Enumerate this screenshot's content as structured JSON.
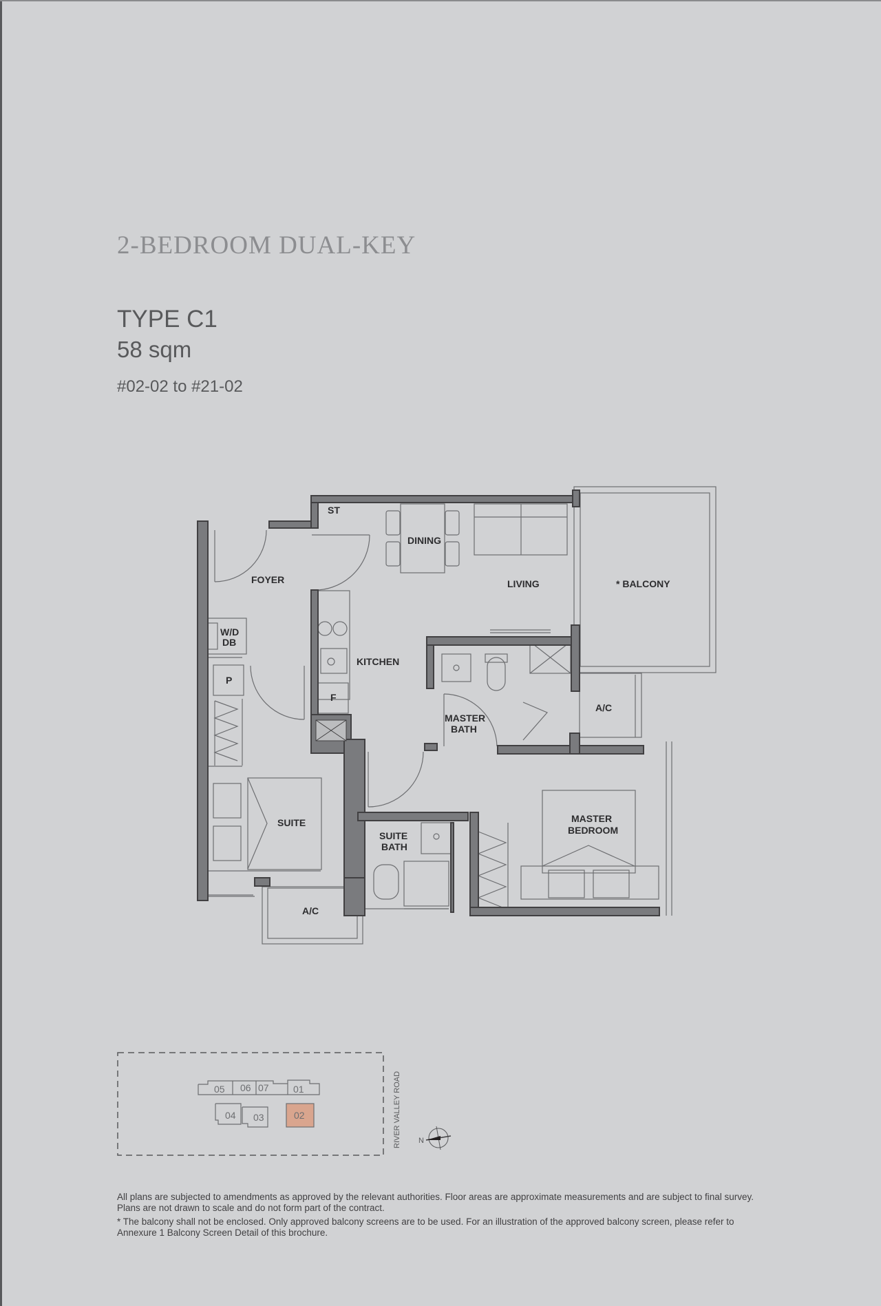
{
  "page": {
    "heading": "2-BEDROOM DUAL-KEY",
    "type": "TYPE C1",
    "area": "58 sqm",
    "units": "#02-02 to #21-02"
  },
  "rooms": {
    "st": "ST",
    "dining": "DINING",
    "foyer": "FOYER",
    "living": "LIVING",
    "balcony": "* BALCONY",
    "wd": "W/D",
    "db": "DB",
    "kitchen": "KITCHEN",
    "p": "P",
    "f": "F",
    "master_bath_1": "MASTER",
    "master_bath_2": "BATH",
    "ac_right": "A/C",
    "suite": "SUITE",
    "suite_bath_1": "SUITE",
    "suite_bath_2": "BATH",
    "master_bedroom_1": "MASTER",
    "master_bedroom_2": "BEDROOM",
    "ac_bottom": "A/C"
  },
  "key_plan": {
    "units": [
      "05",
      "06",
      "07",
      "01",
      "04",
      "03",
      "02"
    ],
    "highlighted_unit": "02",
    "highlight_color": "#d9a58e",
    "road": "RIVER VALLEY ROAD",
    "north": "N"
  },
  "notes": {
    "line1": "All plans are subjected to amendments as approved by the relevant authorities. Floor areas are approximate measurements and are subject to final survey. Plans are not drawn to scale and do not form part of the contract.",
    "line2": "* The balcony shall not be enclosed. Only approved balcony screens are to be used. For an illustration of the approved balcony screen, please refer to Annexure 1 Balcony Screen Detail of this brochure."
  }
}
